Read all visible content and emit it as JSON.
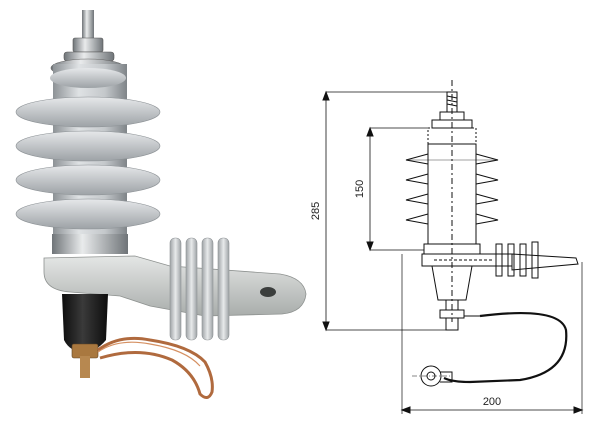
{
  "drawing": {
    "dimensions": {
      "total_height": "285",
      "housing_height": "150",
      "width": "200"
    }
  },
  "colors": {
    "porcelain": "#c7cacd",
    "bracket": "#d4d6d5",
    "metal": "#b8bcc0",
    "rubber": "#1c1c1c",
    "copper": "#b06a3e",
    "line": "#111111"
  }
}
